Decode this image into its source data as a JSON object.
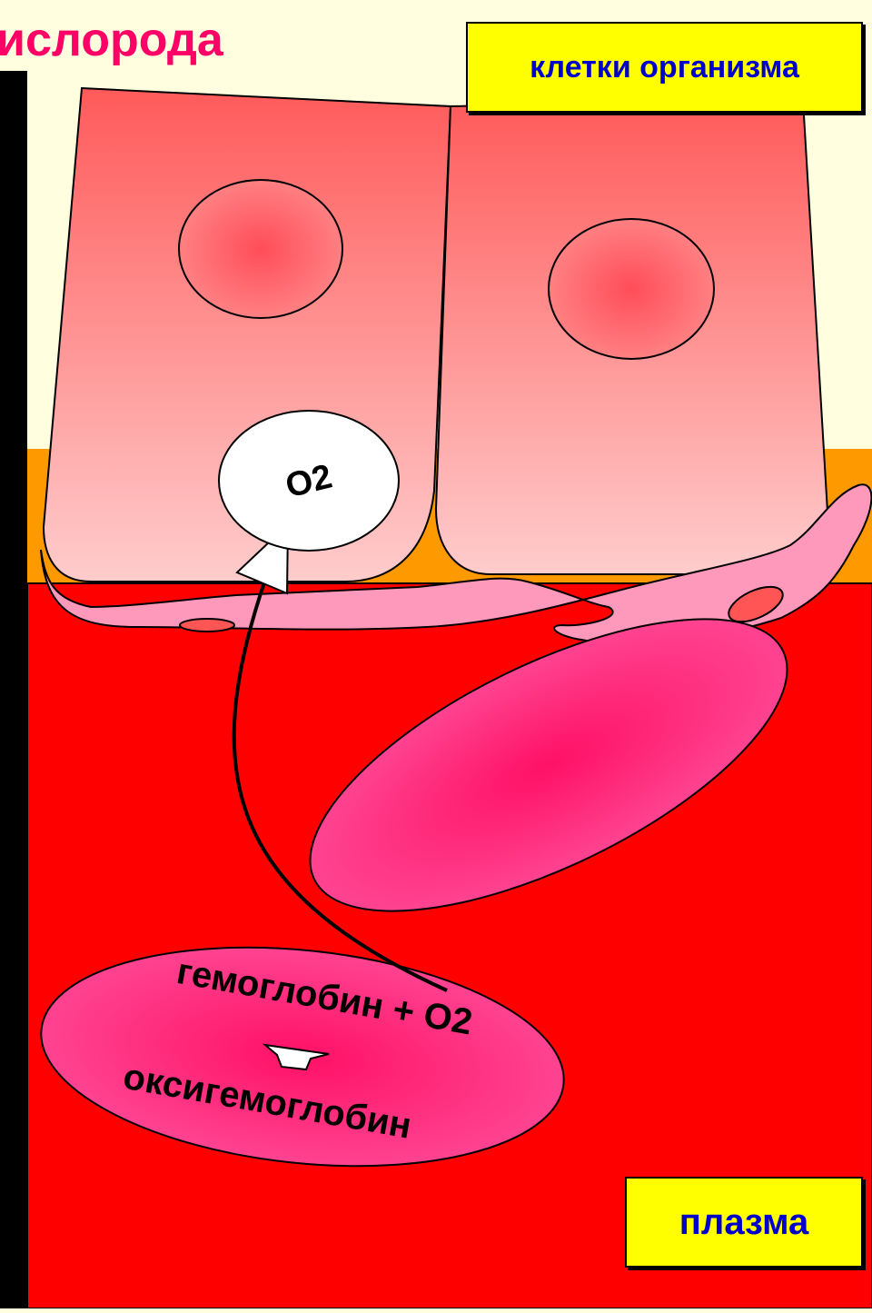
{
  "title": "ислорода",
  "labels": {
    "cells": "клетки организма",
    "plasma": "плазма"
  },
  "oxygen_label": "O2",
  "reaction": {
    "reactants": "гемоглобин + O2",
    "product": "оксигемоглобин"
  },
  "colors": {
    "background": "#ffffe0",
    "plasma": "#ff0000",
    "membrane": "#ff9900",
    "cell_top": "#ff5a5a",
    "cell_bottom": "#ffcccc",
    "erythrocyte": "#ff4488",
    "title": "#ff0066",
    "label_text": "#0000cc",
    "label_box": "#ffff00"
  }
}
